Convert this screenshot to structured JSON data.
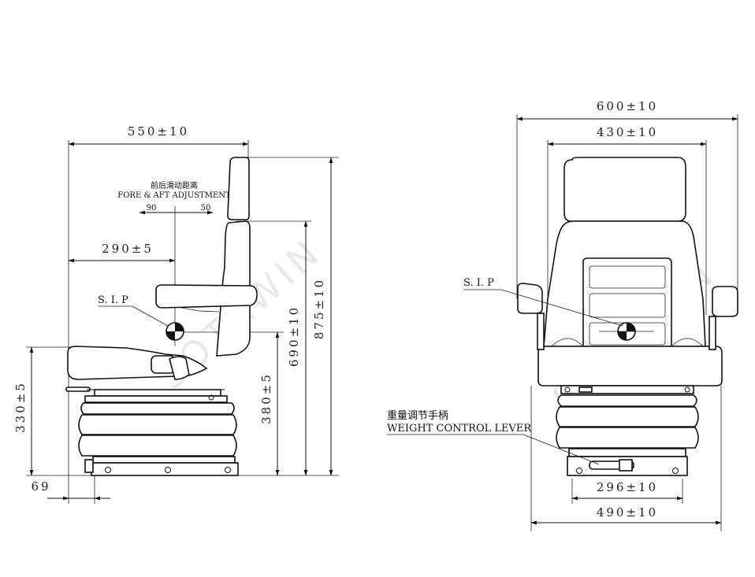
{
  "side_view": {
    "dim_width": "550±10",
    "dim_sip_horizontal": "290±5",
    "dim_height_total": "875±10",
    "dim_height_sip": "690±10",
    "dim_height_seat": "380±5",
    "dim_height_330": "330±5",
    "dim_offset": "69",
    "fore_aft_cn": "前后滑动距离",
    "fore_aft_en": "FORE & AFT ADJUSTMENT",
    "fore_aft_back": "90",
    "fore_aft_forward": "50",
    "sip_label": "S. I. P"
  },
  "front_view": {
    "dim_width_600": "600±10",
    "dim_width_430": "430±10",
    "dim_width_296": "296±10",
    "dim_width_490": "490±10",
    "sip_label": "S. I. P",
    "lever_cn": "重量调节手柄",
    "lever_en": "WEIGHT CONTROL LEVER"
  },
  "arrow_marker": "▲"
}
